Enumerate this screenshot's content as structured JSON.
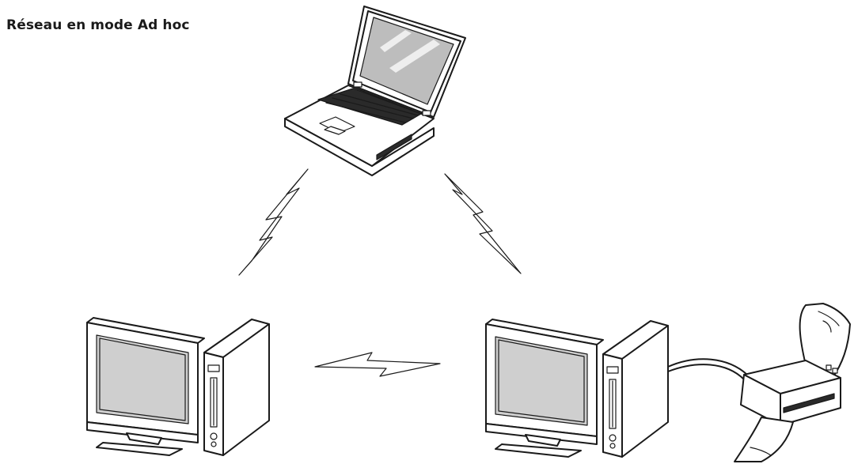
{
  "diagram": {
    "title": "Réseau en mode Ad hoc",
    "nodes": [
      {
        "id": "laptop",
        "icon": "laptop-icon"
      },
      {
        "id": "desktop-left",
        "icon": "desktop-computer-icon"
      },
      {
        "id": "desktop-right",
        "icon": "desktop-computer-icon"
      },
      {
        "id": "printer",
        "icon": "printer-icon"
      }
    ],
    "links": [
      {
        "from": "laptop",
        "to": "desktop-left",
        "type": "wireless",
        "icon": "lightning-bolt-icon"
      },
      {
        "from": "laptop",
        "to": "desktop-right",
        "type": "wireless",
        "icon": "lightning-bolt-icon"
      },
      {
        "from": "desktop-left",
        "to": "desktop-right",
        "type": "wireless",
        "icon": "lightning-bolt-icon"
      },
      {
        "from": "desktop-right",
        "to": "printer",
        "type": "cable",
        "icon": "cable-icon"
      }
    ],
    "colors": {
      "line": "#1a1a1a",
      "screen": "#c8c8c8",
      "background": "#ffffff"
    }
  }
}
